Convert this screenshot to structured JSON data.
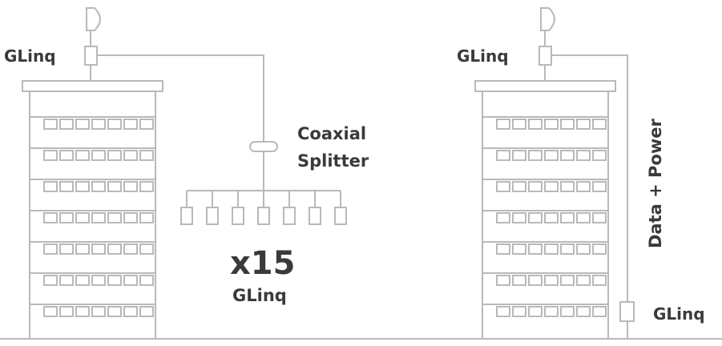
{
  "colors": {
    "line": "#b9b9b9",
    "text": "#3a3a3a",
    "background": "#ffffff"
  },
  "left": {
    "antenna_icon": "dish-antenna-icon",
    "glinq_label": "GLinq",
    "splitter_label_line1": "Coaxial",
    "splitter_label_line2": "Splitter",
    "count_label": "x15",
    "count_sublabel": "GLinq",
    "drop_count": 7
  },
  "right": {
    "antenna_icon": "dish-antenna-icon",
    "glinq_top_label": "GLinq",
    "cable_label": "Data + Power",
    "glinq_bottom_label": "GLinq"
  }
}
